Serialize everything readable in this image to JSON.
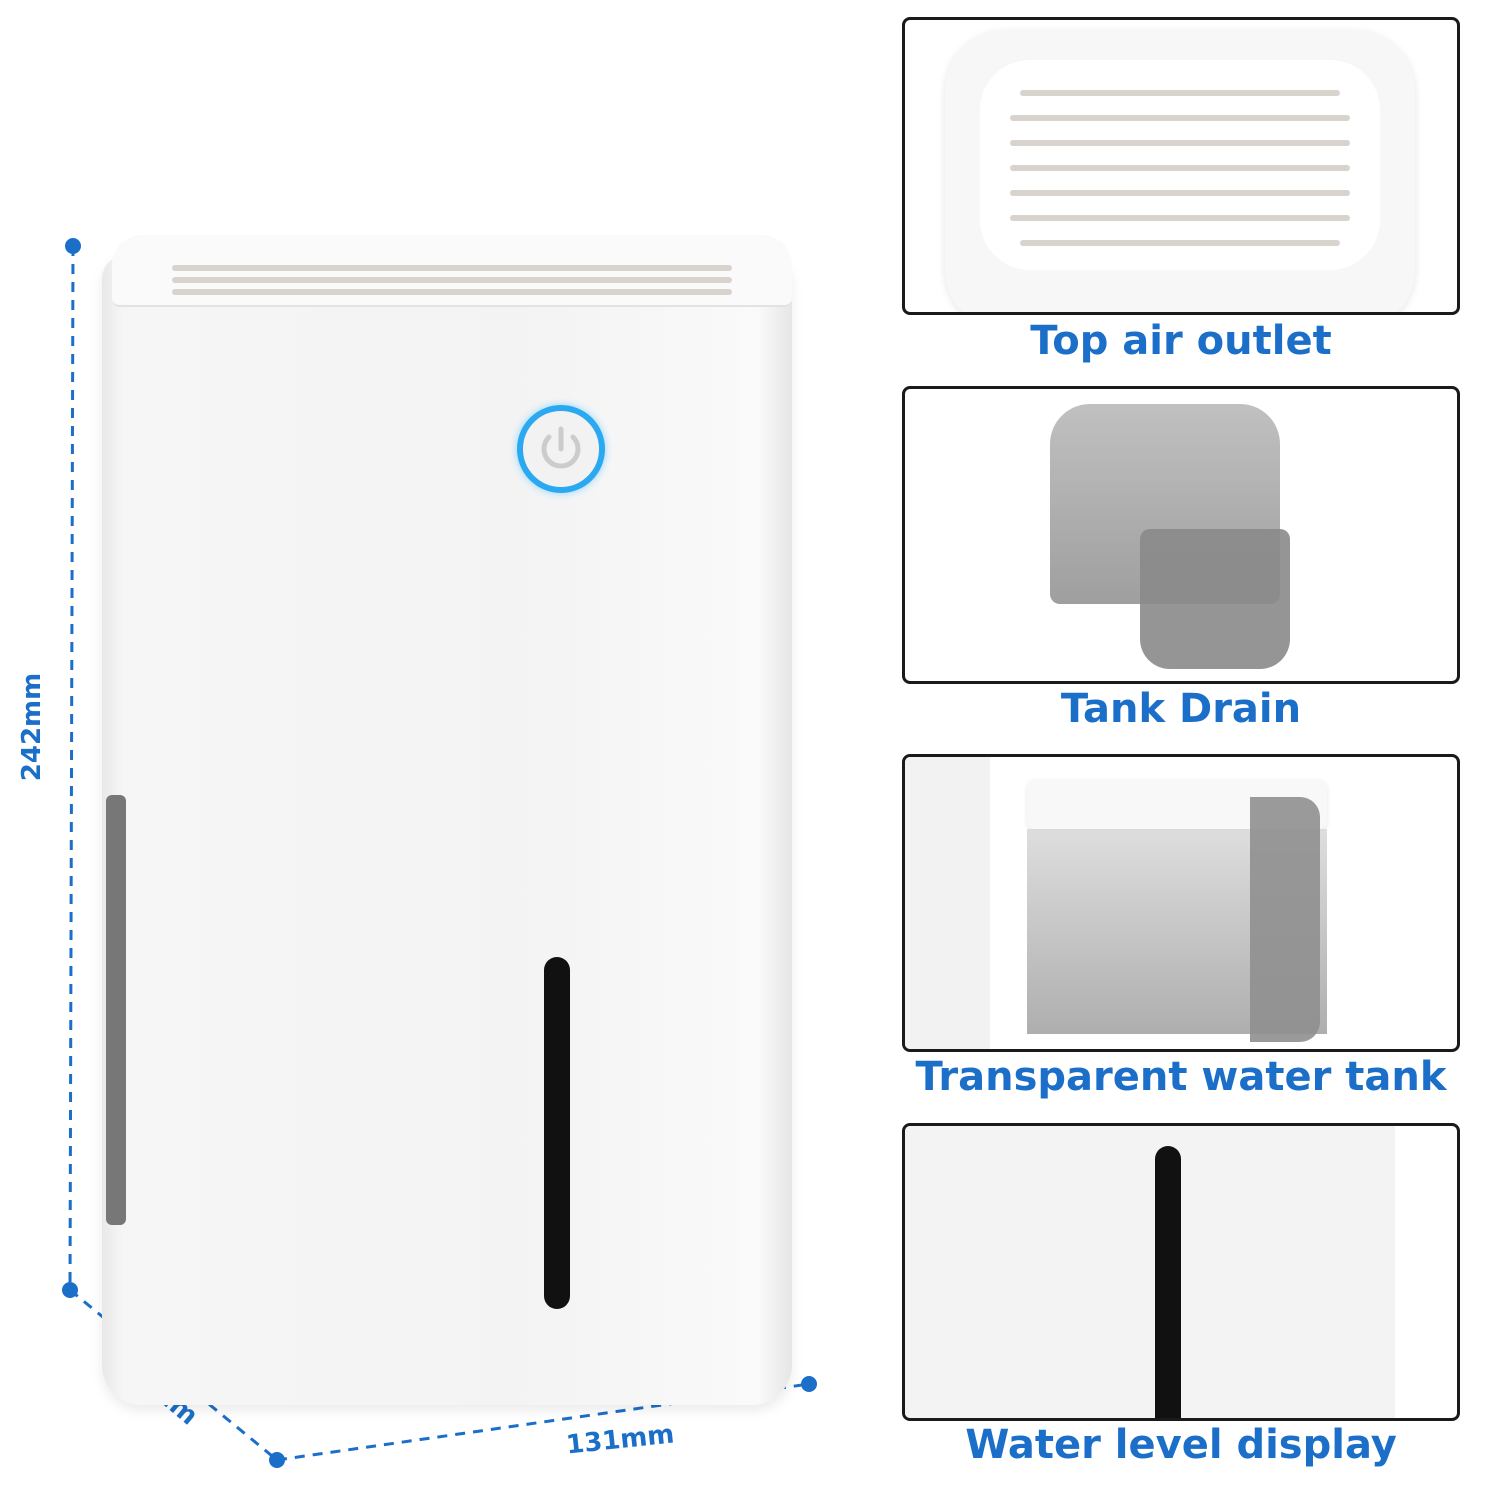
{
  "dimensions": {
    "height": "242mm",
    "depth": "131mm",
    "width": "131mm"
  },
  "accent_color": "#1b6fc8",
  "device": {
    "power_icon": "power-icon",
    "power_ring_color": "#2aa8f0"
  },
  "features": [
    {
      "label": "Top air outlet"
    },
    {
      "label": "Tank Drain"
    },
    {
      "label": "Transparent water tank"
    },
    {
      "label": "Water level display"
    }
  ]
}
